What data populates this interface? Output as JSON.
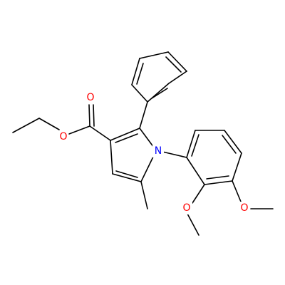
{
  "colors": {
    "background": "#ffffff",
    "bond": "#000000",
    "oxygen": "#ff0000",
    "nitrogen": "#0000ff"
  },
  "atoms": {
    "o_carbonyl": "O",
    "o_ester": "O",
    "n_pyrrole": "N",
    "o_methoxy_2": "O",
    "o_methoxy_3": "O"
  }
}
